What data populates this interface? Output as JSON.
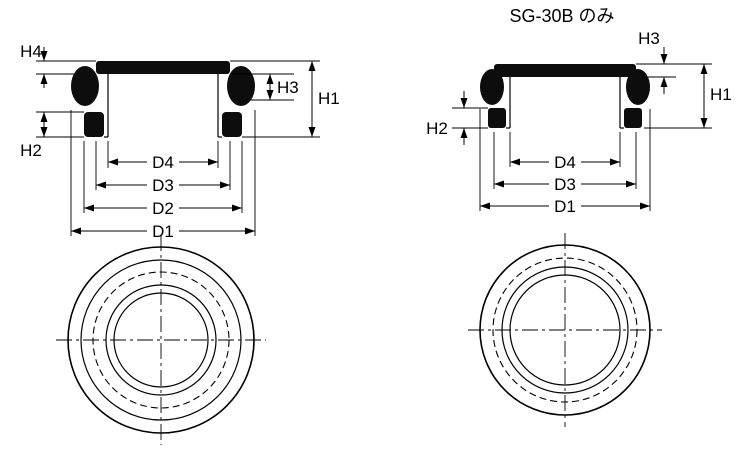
{
  "title": {
    "right_only_note": "SG-30B のみ"
  },
  "left_drawing": {
    "heights": {
      "h4": "H4",
      "h3": "H3",
      "h1": "H1",
      "h2": "H2"
    },
    "diameters": {
      "d4": "D4",
      "d3": "D3",
      "d2": "D2",
      "d1": "D1"
    }
  },
  "right_drawing": {
    "heights": {
      "h3": "H3",
      "h1": "H1",
      "h2": "H2"
    },
    "diameters": {
      "d4": "D4",
      "d3": "D3",
      "d1": "D1"
    }
  },
  "colors": {
    "line": "#000000",
    "section_fill": "#0d0d0d",
    "background": "#ffffff"
  }
}
